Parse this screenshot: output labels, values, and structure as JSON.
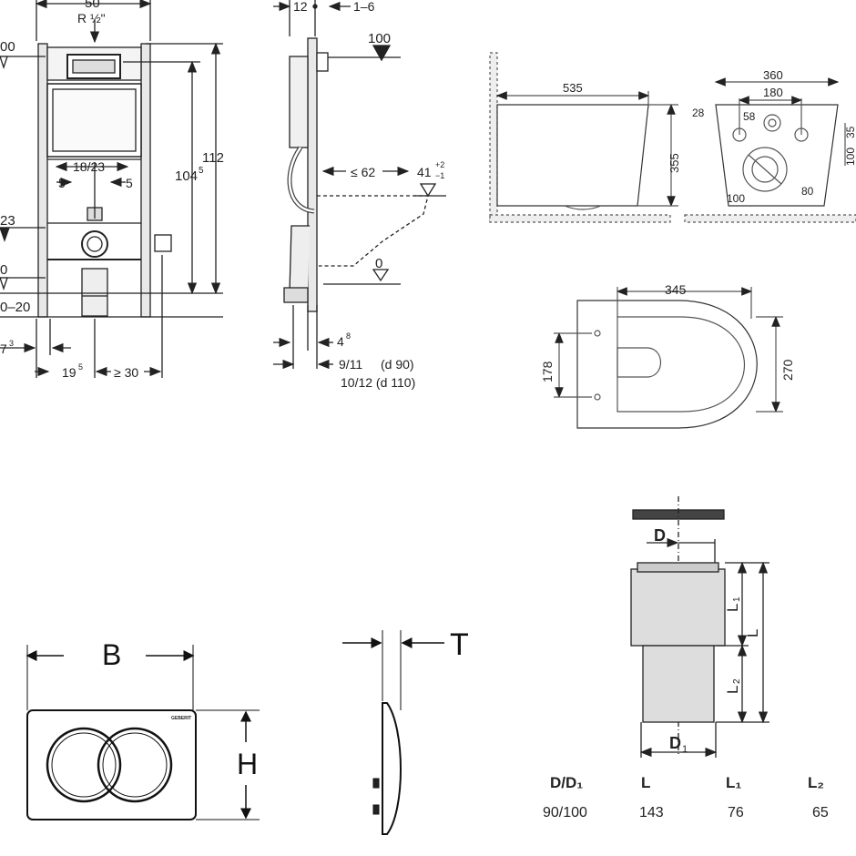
{
  "frame_front": {
    "width_label": "50",
    "thread_label": "R ½\"",
    "height_112": "112",
    "height_104": "104",
    "height_104_sup": "5",
    "spacing_1823": "18/23",
    "five_left": "5",
    "five_right": "5",
    "level_00": "00",
    "level_23": "23",
    "level_0": "0",
    "range_020": "0–20",
    "dist_7": "7",
    "dist_7_sup": "3",
    "dist_19": "19",
    "dist_19_sup": "5",
    "dist_30": "≥ 30"
  },
  "frame_side": {
    "d12": "12",
    "d16": "1–6",
    "level_100": "100",
    "le62": "≤ 62",
    "d41": "41",
    "d41_tol_plus": "+2",
    "d41_tol_minus": "−1",
    "level_0": "0",
    "d4": "4",
    "d4_sup": "8",
    "d911": "9/11",
    "d911_note": "(d 90)",
    "d1012": "10/12 (d 110)"
  },
  "bowl_side": {
    "length": "535",
    "height": "355"
  },
  "bowl_back": {
    "w360": "360",
    "w180": "180",
    "d28": "28",
    "d58": "58",
    "d100a": "100",
    "d35": "35",
    "d100b": "100",
    "d80": "80"
  },
  "bowl_top": {
    "length": "345",
    "width": "270",
    "bolt": "178"
  },
  "flush_plate": {
    "width_label": "B",
    "height_label": "H",
    "thickness_label": "T",
    "brand": "GEBERIT"
  },
  "pipe": {
    "d_label": "D",
    "d1_label": "D",
    "d1_sub": "1",
    "l_label": "L",
    "l1_label": "L",
    "l1_sub": "1",
    "l2_label": "L",
    "l2_sub": "2"
  },
  "pipe_table": {
    "headers": [
      "D/D₁",
      "L",
      "L₁",
      "L₂"
    ],
    "rows": [
      [
        "90/100",
        "143",
        "76",
        "65"
      ]
    ]
  }
}
